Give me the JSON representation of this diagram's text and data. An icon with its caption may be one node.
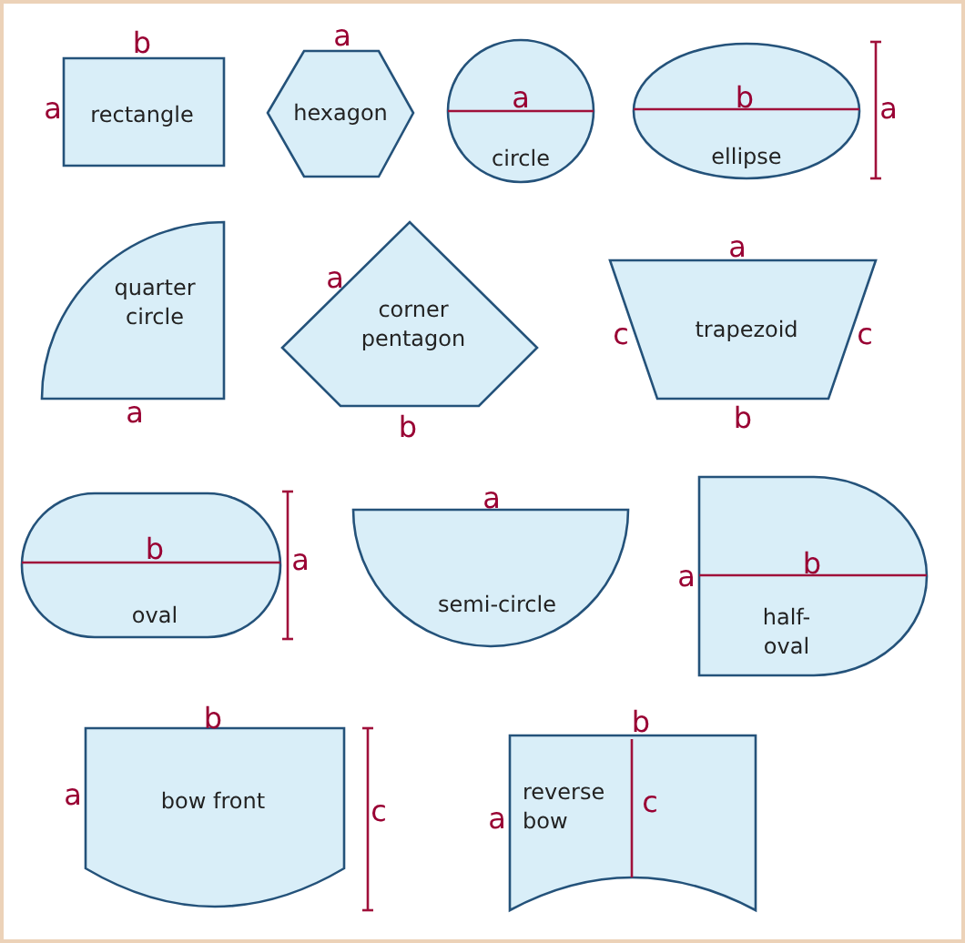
{
  "diagram": {
    "nodes": [
      {
        "text": [
          "rectangle"
        ]
      },
      {
        "text": [
          "hexagon"
        ]
      },
      {
        "text": [
          "circle"
        ]
      },
      {
        "text": [
          "ellipse"
        ]
      },
      {
        "text": [
          "quarter circle"
        ]
      },
      {
        "text": [
          "corner pentagon"
        ]
      },
      {
        "text": [
          "trapezoid"
        ]
      },
      {
        "text": [
          "oval"
        ]
      },
      {
        "text": [
          "semi-circle"
        ]
      },
      {
        "text": [
          "half-oval"
        ]
      },
      {
        "text": [
          "bow front"
        ]
      },
      {
        "text": [
          "reverse bow"
        ]
      }
    ],
    "labels": [
      "b",
      "a",
      "a",
      "a",
      "b",
      "a",
      "a",
      "a",
      "b",
      "a",
      "c",
      "c",
      "b",
      "b",
      "a",
      "a",
      "a",
      "b",
      "b",
      "a",
      "c",
      "b",
      "a",
      "c"
    ]
  }
}
